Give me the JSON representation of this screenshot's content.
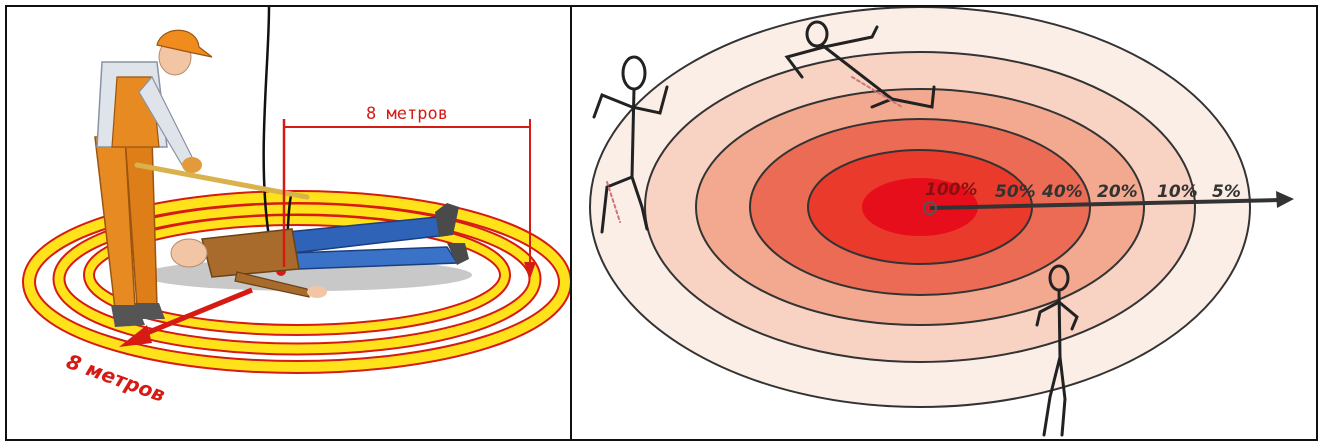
{
  "left_panel": {
    "distance_label_top": "8 метров",
    "distance_label_bottom": "8 метров"
  },
  "right_panel": {
    "percent_labels": [
      "100%",
      "50%",
      "40%",
      "20%",
      "10%",
      "5%"
    ],
    "zone_colors": [
      "#fbeee7",
      "#f8d2c2",
      "#f2a98f",
      "#ec6b55",
      "#ea3a2c",
      "#e60e1b"
    ]
  }
}
